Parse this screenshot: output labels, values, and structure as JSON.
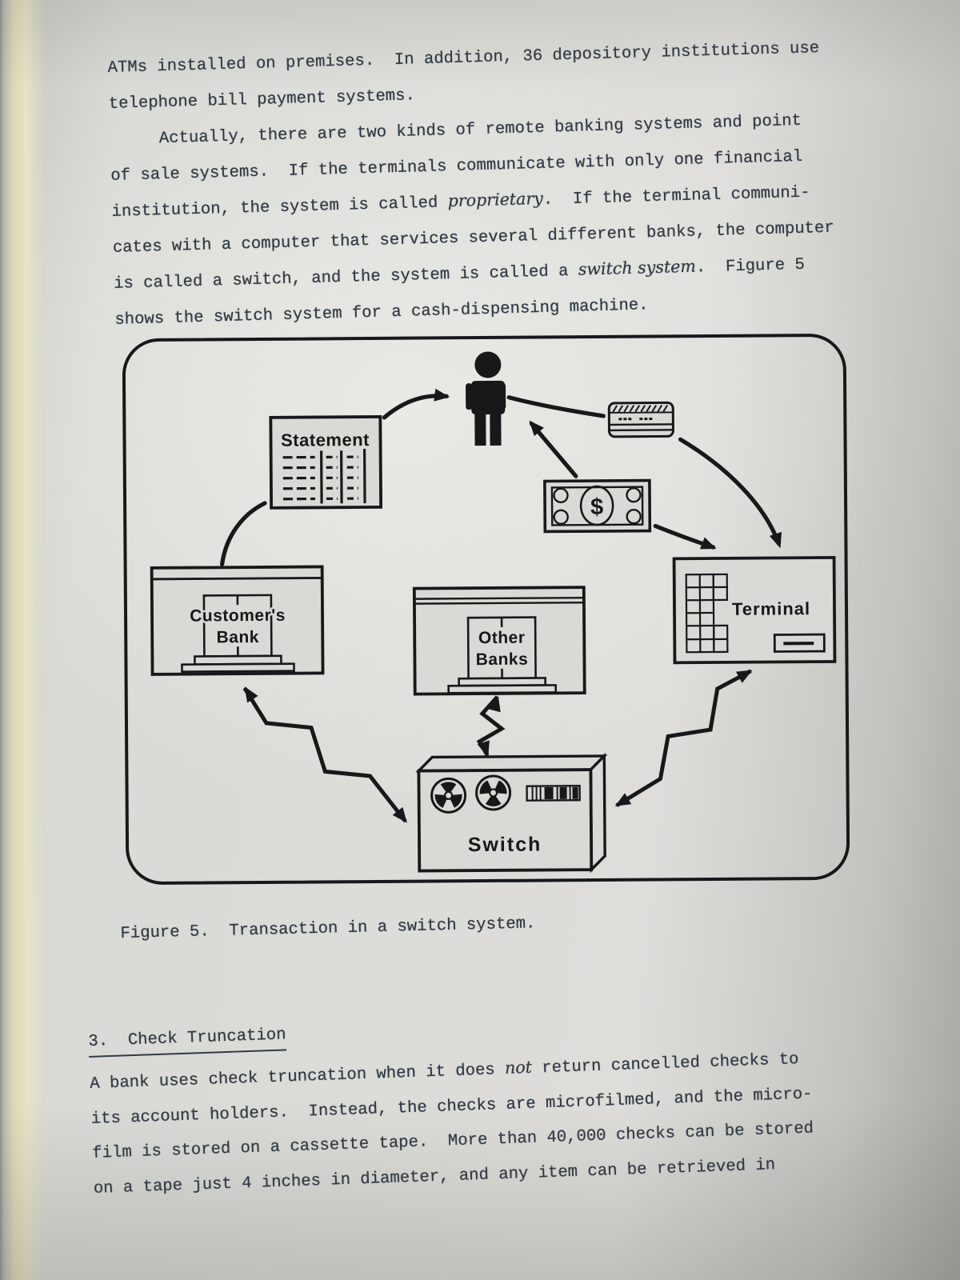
{
  "text": {
    "top": [
      {
        "pre": "ATMs installed on premises.  In addition, 36 depository institutions use",
        "em": "",
        "post": ""
      },
      {
        "pre": "telephone bill payment systems.",
        "em": "",
        "post": ""
      },
      {
        "pre": "     Actually, there are two kinds of remote banking systems and point",
        "em": "",
        "post": ""
      },
      {
        "pre": "of sale systems.  If the terminals communicate with only one financial",
        "em": "",
        "post": ""
      },
      {
        "pre": "institution, the system is called ",
        "em": "proprietary",
        "post": ".  If the terminal communi-"
      },
      {
        "pre": "cates with a computer that services several different banks, the computer",
        "em": "",
        "post": ""
      },
      {
        "pre": "is called a switch, and the system is called a ",
        "em": "switch system",
        "post": ".  Figure 5"
      },
      {
        "pre": "shows the switch system for a cash-dispensing machine.",
        "em": "",
        "post": ""
      }
    ],
    "bottom": [
      {
        "pre": "A bank uses check truncation when it does ",
        "em": "not",
        "post": " return cancelled checks to"
      },
      {
        "pre": "its account holders.  Instead, the checks are microfilmed, and the micro-",
        "em": "",
        "post": ""
      },
      {
        "pre": "film is stored on a cassette tape.  More than 40,000 checks can be stored",
        "em": "",
        "post": ""
      },
      {
        "pre": "on a tape just 4 inches in diameter, and any item can be retrieved in",
        "em": "",
        "post": ""
      }
    ]
  },
  "section3": {
    "heading": "3.  Check Truncation"
  },
  "figure": {
    "caption": "Figure 5.  Transaction in a switch system.",
    "statement_label": "Statement",
    "bank_label1": "Customer's",
    "bank_label2": "Bank",
    "other_label1": "Other",
    "other_label2": "Banks",
    "terminal_label": "Terminal",
    "switch_label": "Switch",
    "money_symbol": "$",
    "icons": {
      "person": "person-icon",
      "card": "bank-card-icon",
      "money": "dollar-bill-icon",
      "statement": "statement-document-icon",
      "keypad": "keypad-icon",
      "slot": "card-slot-icon",
      "reels": "tape-reel-icon",
      "lights": "indicator-lights-icon"
    }
  },
  "colors": {
    "ink": "#323a44",
    "figure_line": "#17181a",
    "paper": "#d9dad5",
    "book_edge": "#e7e3c6"
  }
}
